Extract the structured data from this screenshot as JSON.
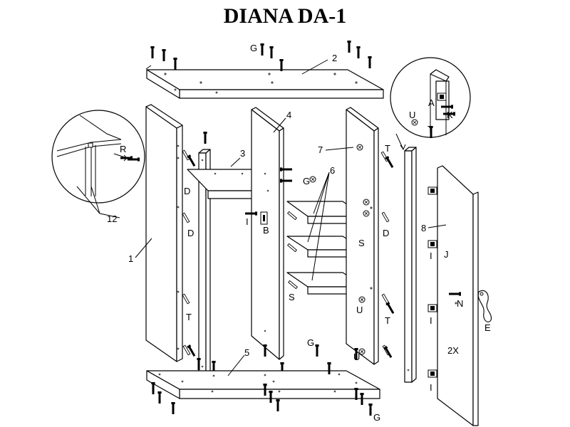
{
  "title": "DIANA DA-1",
  "labels": {
    "p1": "1",
    "p2": "2",
    "p3": "3",
    "p4": "4",
    "p5": "5",
    "p6": "6",
    "p7": "7",
    "p8": "8",
    "p12": "12",
    "A": "A",
    "B": "B",
    "D": "D",
    "E": "E",
    "G": "G",
    "I": "I",
    "J": "J",
    "K": "K",
    "N": "N",
    "R": "R",
    "S": "S",
    "T": "T",
    "U": "U",
    "qty": "2X"
  }
}
